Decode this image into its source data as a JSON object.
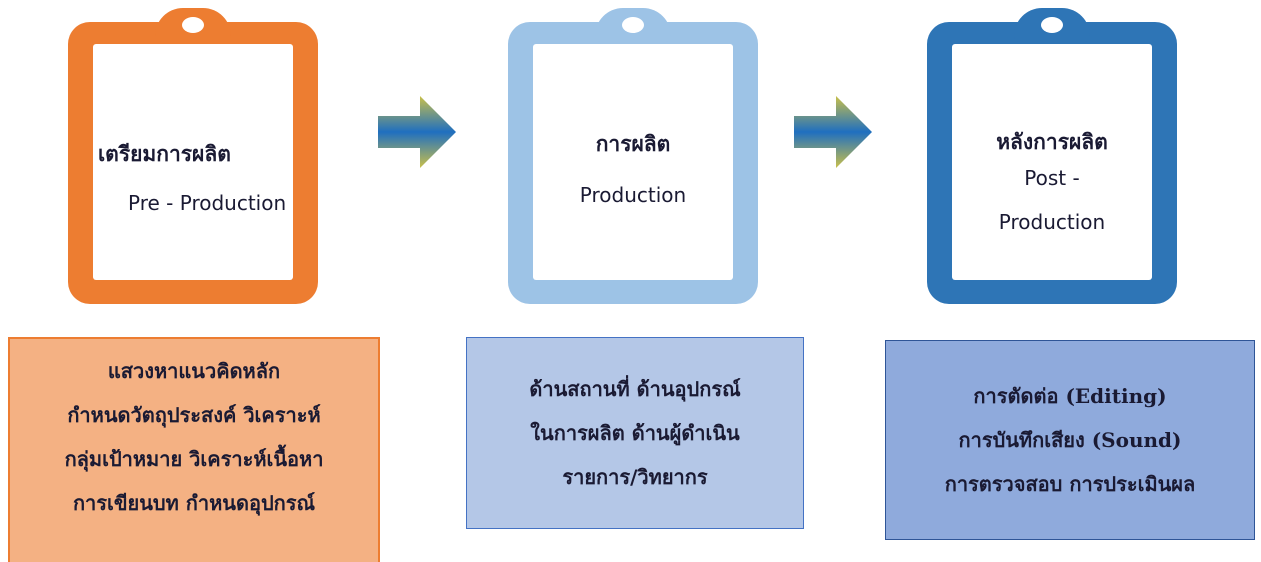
{
  "colors": {
    "orange": "#ED7D31",
    "light_blue": "#9DC3E6",
    "dark_blue": "#2E75B6",
    "box_orange": "#F4B183",
    "box_light_blue": "#B4C7E7",
    "box_dark_blue": "#8FAADC"
  },
  "steps": [
    {
      "title_th": "เตรียมการผลิต",
      "title_en": "Pre - Production"
    },
    {
      "title_th": "การผลิต",
      "title_en": "Production"
    },
    {
      "title_th": "หลังการผลิต",
      "title_en_1": "Post -",
      "title_en_2": "Production"
    }
  ],
  "details": [
    {
      "lines": [
        "แสวงหาแนวคิดหลัก",
        "กำหนดวัตถุประสงค์ วิเคราะห์",
        "กลุ่มเป้าหมาย วิเคราะห์เนื้อหา",
        "การเขียนบท กำหนดอุปกรณ์"
      ]
    },
    {
      "lines": [
        "ด้านสถานที่ ด้านอุปกรณ์",
        "ในการผลิต ด้านผู้ดำเนิน",
        "รายการ/วิทยากร"
      ]
    },
    {
      "lines": [
        "การตัดต่อ (Editing)",
        "การบันทึกเสียง (Sound)",
        "การตรวจสอบ การประเมินผล"
      ]
    }
  ]
}
